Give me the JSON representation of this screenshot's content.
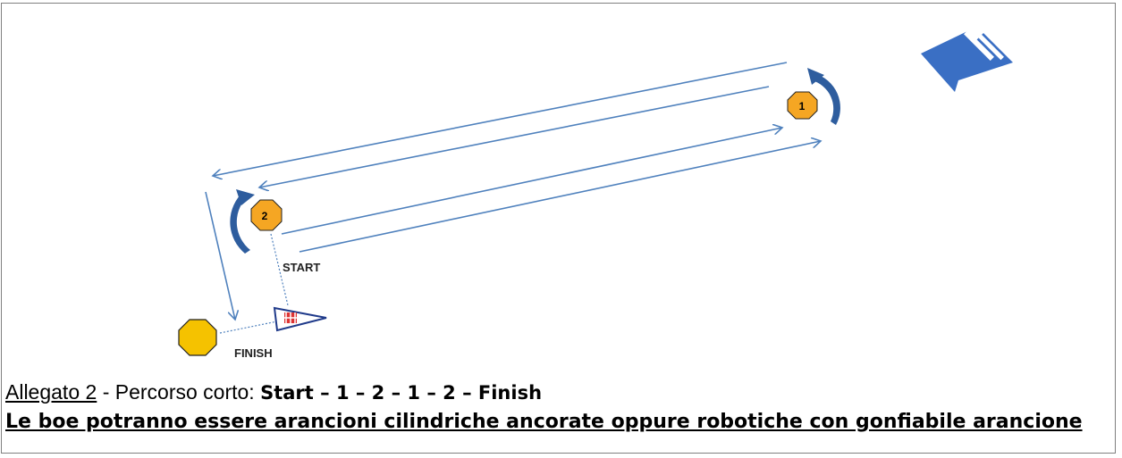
{
  "diagram": {
    "buoy_1_label": "1",
    "buoy_2_label": "2",
    "start_label": "START",
    "finish_label": "FINISH",
    "colors": {
      "arrow_line": "#4f81bd",
      "buoy_fill": "#f5a623",
      "rounding_arrow": "#2e5d9e",
      "wind_arrow": "#3a6fc4"
    }
  },
  "caption": {
    "attachment": "Allegato 2",
    "separator": " - Percorso corto: ",
    "course": "Start – 1 – 2 – 1 – 2 – Finish"
  },
  "note": "Le boe potranno essere arancioni cilindriche ancorate oppure robotiche con gonfiabile arancione"
}
